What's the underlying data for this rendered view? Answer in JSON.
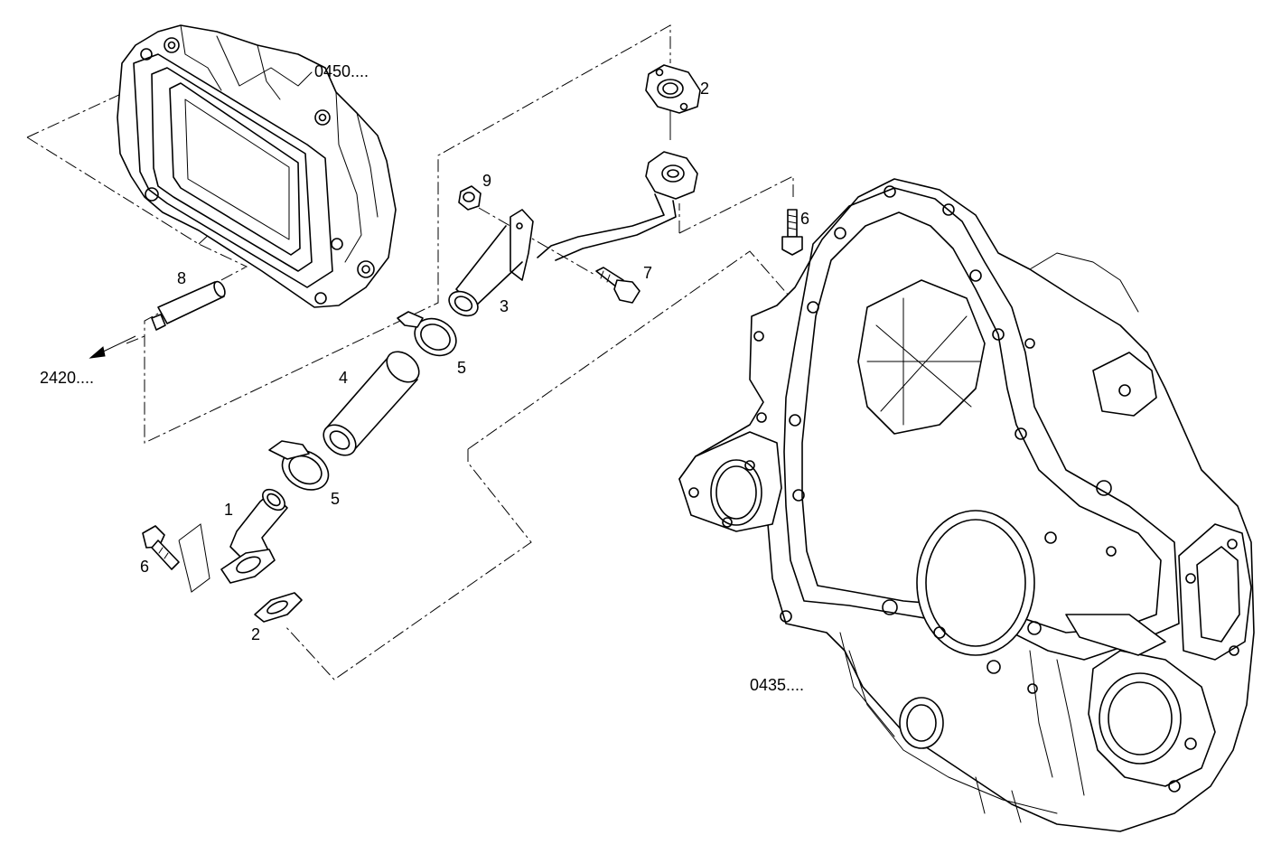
{
  "callouts": {
    "ref_0450": "0450....",
    "ref_2420": "2420....",
    "ref_0435": "0435....",
    "item_1": "1",
    "item_2_top": "2",
    "item_2_bottom": "2",
    "item_3": "3",
    "item_4": "4",
    "item_5_top": "5",
    "item_5_bottom": "5",
    "item_6_top": "6",
    "item_6_bottom": "6",
    "item_7": "7",
    "item_8": "8",
    "item_9": "9"
  }
}
